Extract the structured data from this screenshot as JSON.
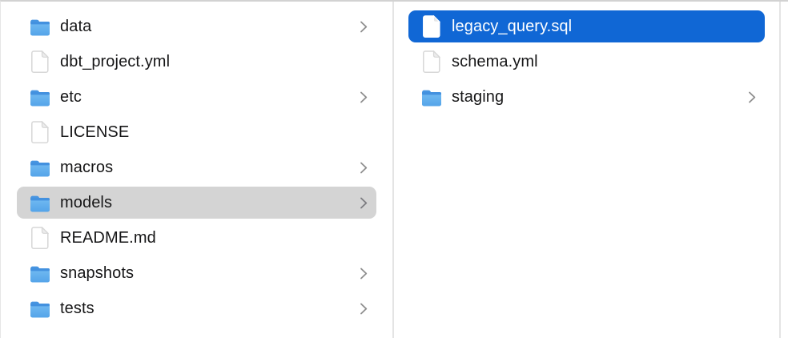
{
  "app": {
    "view": "finder-column-browser"
  },
  "colors": {
    "selection_blue": "#1067d5",
    "selection_gray": "#d4d4d4",
    "divider": "#e4e4e4",
    "text": "#161617",
    "text_selected": "#ffffff",
    "chevron": "#8e8e8e",
    "folder_blue_top": "#4391df",
    "folder_blue_body": "#6db7f0"
  },
  "icons": {
    "folder": "folder-icon",
    "file": "file-icon",
    "chevron": "chevron-right-icon"
  },
  "columns": [
    {
      "name": "column-1",
      "items": [
        {
          "name": "data",
          "icon": "folder-icon",
          "chevron": true,
          "selected": false
        },
        {
          "name": "dbt_project.yml",
          "icon": "file-icon",
          "chevron": false,
          "selected": false
        },
        {
          "name": "etc",
          "icon": "folder-icon",
          "chevron": true,
          "selected": false
        },
        {
          "name": "LICENSE",
          "icon": "file-icon",
          "chevron": false,
          "selected": false
        },
        {
          "name": "macros",
          "icon": "folder-icon",
          "chevron": true,
          "selected": false
        },
        {
          "name": "models",
          "icon": "folder-icon",
          "chevron": true,
          "selected": "gray"
        },
        {
          "name": "README.md",
          "icon": "file-icon",
          "chevron": false,
          "selected": false
        },
        {
          "name": "snapshots",
          "icon": "folder-icon",
          "chevron": true,
          "selected": false
        },
        {
          "name": "tests",
          "icon": "folder-icon",
          "chevron": true,
          "selected": false
        }
      ]
    },
    {
      "name": "column-2",
      "items": [
        {
          "name": "legacy_query.sql",
          "icon": "file-icon",
          "chevron": false,
          "selected": "blue"
        },
        {
          "name": "schema.yml",
          "icon": "file-icon",
          "chevron": false,
          "selected": false
        },
        {
          "name": "staging",
          "icon": "folder-icon",
          "chevron": true,
          "selected": false
        }
      ]
    }
  ]
}
